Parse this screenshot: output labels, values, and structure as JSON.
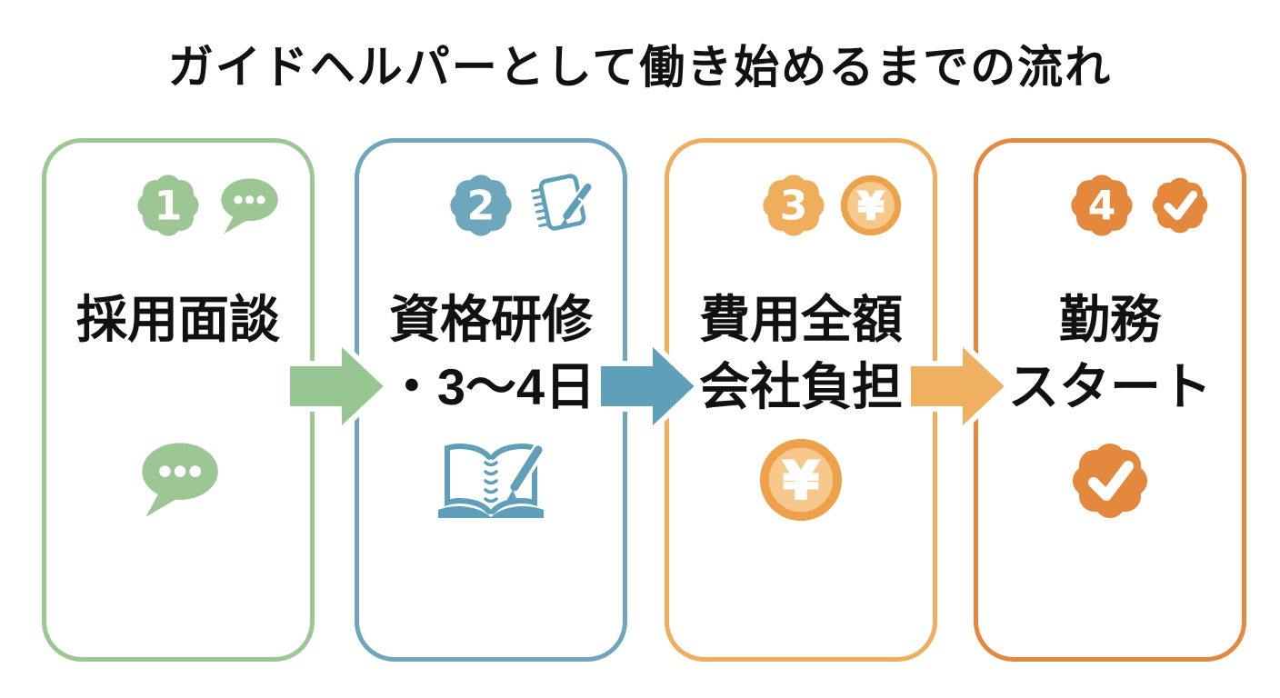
{
  "title": "ガイドヘルパーとして働き始めるまでの流れ",
  "steps": [
    {
      "number": "1",
      "lines": [
        "採用面談",
        ""
      ],
      "color": "#9cc795",
      "icon_top": "speech-bubble-icon",
      "icon_bottom": "speech-bubble-icon"
    },
    {
      "number": "2",
      "lines": [
        "資格研修",
        "・3〜4日"
      ],
      "color": "#6ea7bc",
      "icon_top": "notebook-pen-icon",
      "icon_bottom": "open-book-pen-icon"
    },
    {
      "number": "3",
      "lines": [
        "費用全額",
        "会社負担"
      ],
      "color": "#f0ad5c",
      "coin_symbol": "¥",
      "icon_top": "yen-coin-icon",
      "icon_bottom": "yen-coin-icon"
    },
    {
      "number": "4",
      "lines": [
        "勤務",
        "スタート"
      ],
      "color": "#e3883c",
      "icon_top": "check-seal-icon",
      "icon_bottom": "check-seal-icon"
    }
  ],
  "arrows": [
    {
      "color": "#98c693"
    },
    {
      "color": "#5f9fb9"
    },
    {
      "color": "#f0b061"
    }
  ],
  "colors": {
    "text": "#111111",
    "coin_ring": "#eda14b",
    "coin_fill": "#f6c88b",
    "background": "#ffffff"
  }
}
